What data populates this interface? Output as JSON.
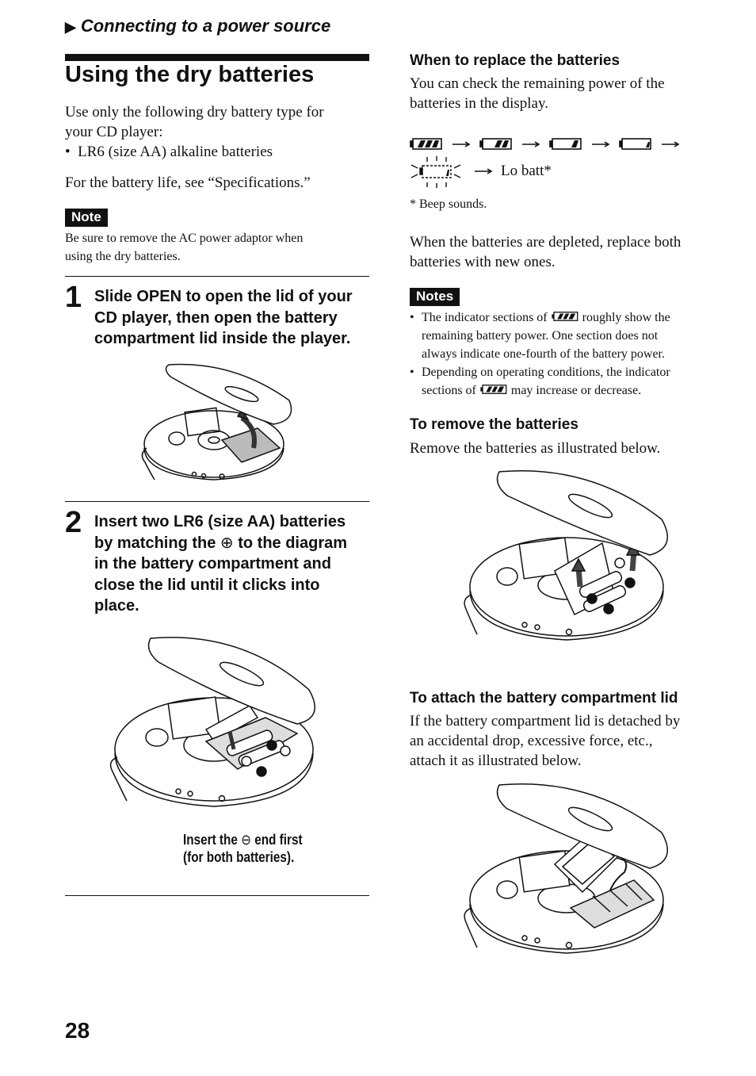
{
  "header": {
    "section_title": "Connecting to a power source"
  },
  "page": {
    "title": "Using the dry batteries",
    "page_number": "28"
  },
  "intro": {
    "line1": "Use only the following dry battery type for",
    "line2": "your CD player:",
    "bullet": "LR6 (size AA) alkaline batteries",
    "battery_life": "For the battery life, see “Specifications.”"
  },
  "note": {
    "label": "Note",
    "line1": "Be sure to remove the AC power adaptor when",
    "line2": "using the dry batteries."
  },
  "step1": {
    "number": "1",
    "line1": "Slide OPEN to open the lid of your",
    "line2": "CD player, then open the battery",
    "line3": "compartment lid inside the player."
  },
  "step2": {
    "number": "2",
    "line1": "Insert two LR6 (size AA) batteries",
    "line2_pre": "by matching the ",
    "line2_symbol": "⊕",
    "line2_post": " to the diagram",
    "line3": "in the battery compartment and",
    "line4": "close the lid until it clicks into",
    "line5": "place.",
    "caption_pre": "Insert the ",
    "caption_symbol": "⊖",
    "caption_post": " end first",
    "caption_line2": "(for both batteries)."
  },
  "replace": {
    "heading": "When to replace the batteries",
    "line1": "You can check the remaining power of the",
    "line2": "batteries in the display.",
    "lo_batt": "Lo batt*",
    "footnote": "* Beep sounds.",
    "depleted1": "When the batteries are depleted, replace both",
    "depleted2": "batteries with new ones."
  },
  "notes": {
    "label": "Notes",
    "n1_a": "The indicator sections of",
    "n1_b": "roughly show the",
    "n1_c": "remaining battery power. One section does not",
    "n1_d": "always indicate one-fourth of the battery power.",
    "n2_a": "Depending on operating conditions, the indicator",
    "n2_b": "sections of",
    "n2_c": "may increase or decrease."
  },
  "remove": {
    "heading": "To remove the batteries",
    "text": "Remove the batteries as illustrated below."
  },
  "attach": {
    "heading": "To attach the battery compartment lid",
    "line1": "If the battery compartment lid is detached by",
    "line2": "an accidental drop, excessive force, etc.,",
    "line3": "attach it as illustrated below."
  },
  "battery_indicator_levels": [
    3,
    2,
    1,
    0,
    0
  ]
}
